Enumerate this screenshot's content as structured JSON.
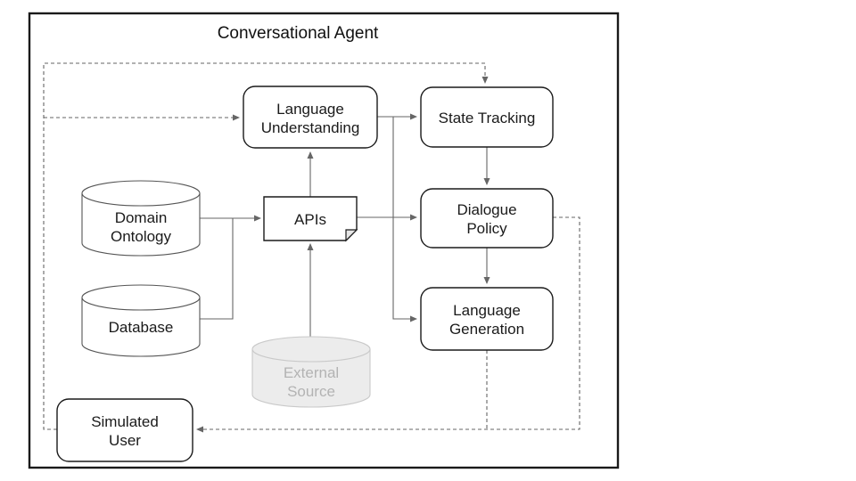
{
  "diagram": {
    "title": "Conversational Agent",
    "nodes": {
      "language_understanding": {
        "line1": "Language",
        "line2": "Understanding"
      },
      "state_tracking": {
        "label": "State Tracking"
      },
      "apis": {
        "label": "APIs"
      },
      "dialogue_policy": {
        "line1": "Dialogue",
        "line2": "Policy"
      },
      "language_generation": {
        "line1": "Language",
        "line2": "Generation"
      },
      "domain_ontology": {
        "line1": "Domain",
        "line2": "Ontology"
      },
      "database": {
        "label": "Database"
      },
      "external_source": {
        "line1": "External",
        "line2": "Source"
      },
      "simulated_user": {
        "line1": "Simulated",
        "line2": "User"
      }
    },
    "colors": {
      "frame_stroke": "#1a1a1a",
      "node_fill": "#ffffff",
      "node_stroke": "#1a1a1a",
      "cylinder_stroke": "#555555",
      "connector": "#666666",
      "disabled_fill": "#ececec",
      "disabled_stroke": "#c9c9c9",
      "disabled_text": "#b3b3b3"
    }
  }
}
